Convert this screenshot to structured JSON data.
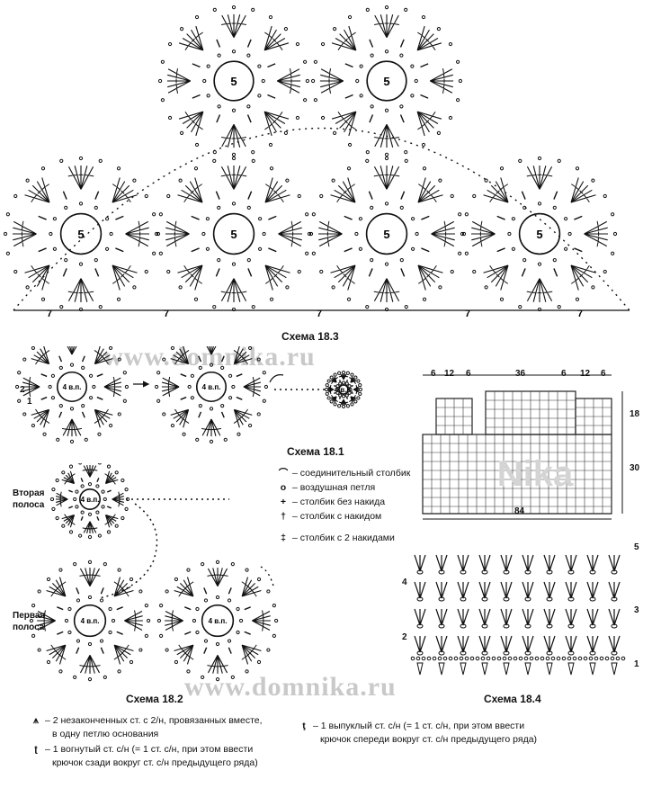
{
  "schemes": {
    "s183": "Схема 18.3",
    "s181": "Схема 18.1",
    "s182": "Схема 18.2",
    "s184": "Схема 18.4"
  },
  "watermarks": [
    "www.domnika.ru",
    "www.domnika.ru"
  ],
  "motif": {
    "center_label": "5",
    "edge_label": "7",
    "chain_label": "4 в.п.",
    "row_labels": [
      "1",
      "2"
    ]
  },
  "stripes": {
    "second": "Вторая полоса",
    "first": "Первая полоса"
  },
  "legend": [
    {
      "icon": "slip-stitch-icon",
      "text": "– соединительный столбик"
    },
    {
      "icon": "chain-icon",
      "text": "– воздушная петля"
    },
    {
      "icon": "single-crochet-icon",
      "text": "– столбик без накида"
    },
    {
      "icon": "double-crochet-icon",
      "text": "– столбик с накидом"
    },
    {
      "icon": "treble-crochet-icon",
      "text": "– столбик с 2 накидами"
    }
  ],
  "pattern": {
    "top_dims": [
      "6",
      "12",
      "6",
      "36",
      "6",
      "12",
      "6"
    ],
    "right_dims": [
      "18",
      "30"
    ],
    "bottom_dim": "84",
    "logo": "Nika"
  },
  "s184_rows": [
    "5",
    "4",
    "3",
    "2",
    "1"
  ],
  "footnotes": [
    {
      "line1": "– 2 незаконченных ст. с 2/н, провязанных вместе,",
      "line2": "в одну петлю основания"
    },
    {
      "line1": "– 1 вогнутый ст. с/н (= 1 ст. с/н, при этом ввести",
      "line2": "крючок сзади вокруг ст. с/н предыдущего ряда)"
    },
    {
      "line1": "– 1 выпуклый ст. с/н (= 1 ст. с/н, при этом ввести",
      "line2": "крючок спереди вокруг ст. с/н предыдущего ряда)"
    }
  ]
}
